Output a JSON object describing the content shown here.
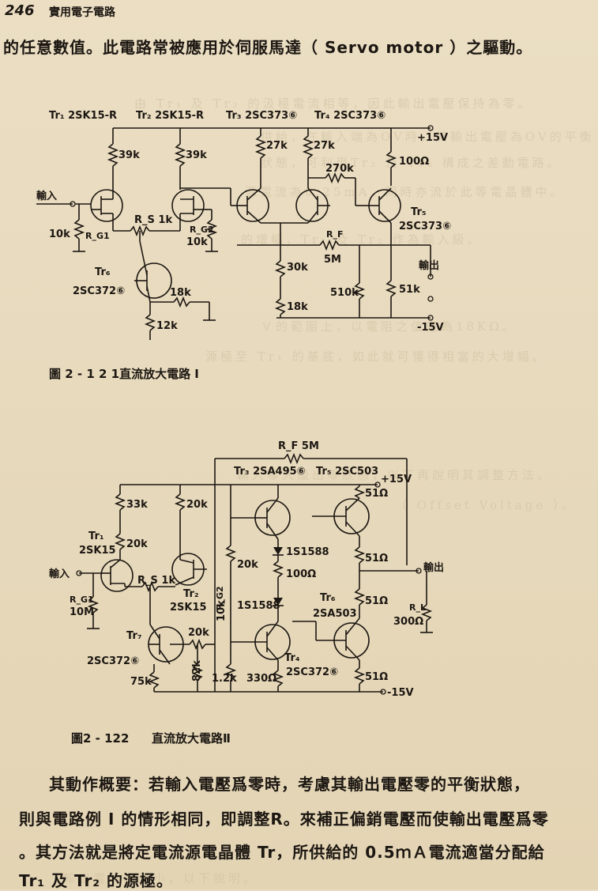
{
  "header": {
    "page_number": "246",
    "book_title": "實用電子電路"
  },
  "paragraph_top": {
    "line1": "的任意數值。此電路常被應用於伺服馬達（ Servo  motor ）之驅動。"
  },
  "figure1": {
    "caption": "圖 2 - 1 2 1直流放大電路 I",
    "transistors": {
      "tr1": "Tr₁ 2SK15-R",
      "tr2": "Tr₂ 2SK15-R",
      "tr3": "Tr₃ 2SC373⑥",
      "tr4": "Tr₄ 2SC373⑥",
      "tr5_name": "Tr₅",
      "tr5_type": "2SC373⑥",
      "tr6_name": "Tr₆",
      "tr6_type": "2SC372⑥"
    },
    "labels": {
      "input": "輸入",
      "output": "輸出",
      "vplus": "+15V",
      "vminus": "-15V",
      "r39k_a": "39k",
      "r39k_b": "39k",
      "r27k_a": "27k",
      "r27k_b": "27k",
      "r270k": "270k",
      "r100": "100Ω",
      "rg1": "10k",
      "rg1_name": "R_G1",
      "rs": "R_S 1k",
      "rg2_name": "R_G2",
      "rg2": "10k",
      "rf_name": "R_F",
      "rf": "5M",
      "r30k": "30k",
      "r18k_a": "18k",
      "r18k_b": "18k",
      "r12k": "12k",
      "r510k": "510k",
      "r51k": "51k"
    }
  },
  "figure2": {
    "caption_num": "圖2 - 122",
    "caption_title": "直流放大電路Ⅱ",
    "transistors": {
      "tr1_name": "Tr₁",
      "tr1_type": "2SK15",
      "tr2_name": "Tr₂",
      "tr2_type": "2SK15",
      "tr3": "Tr₃ 2SA495⑥",
      "tr5": "Tr₅ 2SC503",
      "tr6_name": "Tr₆",
      "tr6_type": "2SA503",
      "tr4_name": "Tr₄",
      "tr4_type": "2SC372⑥",
      "tr7_name": "Tr₇",
      "tr7_type": "2SC372⑥"
    },
    "labels": {
      "input": "輸入",
      "output": "輸出",
      "vplus": "+15V",
      "vminus": "-15V",
      "rf": "R_F  5M",
      "r33k": "33k",
      "r20k_a": "20k",
      "r20k_b": "20k",
      "r20k_c": "20k",
      "r20k_d": "20k",
      "rs": "R_S 1k",
      "rg1_name": "R_G1",
      "rg1": "10M",
      "rg2_name": "R_G2",
      "rg2": "10k",
      "d1": "1S1588",
      "d2": "1S1588",
      "r100": "100Ω",
      "r51_a": "51Ω",
      "r51_b": "51Ω",
      "r51_c": "51Ω",
      "r51_d": "51Ω",
      "rl_name": "R_L",
      "rl": "300Ω",
      "r75k": "75k",
      "r82k": "82k",
      "r12k": "1.2k",
      "r330": "330Ω"
    }
  },
  "paragraph_bottom": {
    "line1": "其動作概要：若輸入電壓爲零時，考慮其輸出電壓零的平衡狀態，",
    "line2": "則與電路例 I 的情形相同，即調整R。來補正偏銷電壓而使輸出電壓爲零",
    "line3": "。其方法就是將定電流源電晶體 Tr，所供給的 0.5ｍＡ電流適當分配給",
    "line4": "Tr₁ 及 Tr₂ 的源極。"
  },
  "bleed_through": {
    "l1": "由 Tr₁ 及 Tr₂ 的汲極電流相等，因此輸出電壓保持為零。",
    "l2": "供給，在輸入端為OV時，其輸出電壓為OV的平衡",
    "l3": "狀態，可利用Tr₃ 及 Tr₄ 構成之差動電路。",
    "l4": "源電流為0.25mA，同時亦流於此等電晶體中。",
    "l5": "的增幅，Tr₁ 及 Tr₂ 作為輸入級。",
    "l6": "Ｖ的範圍上，以電阻之值定為18KΩ。",
    "l7": "源極至 Tr₁ 的基底，如此就可獲得相當的大增幅。",
    "l8": "輸入零入級出零狀態，以下再說明其調整方法。",
    "l9": "（ Offset  Voltage ）。",
    "l10": "輸出電壓為最小，以下說明。"
  }
}
